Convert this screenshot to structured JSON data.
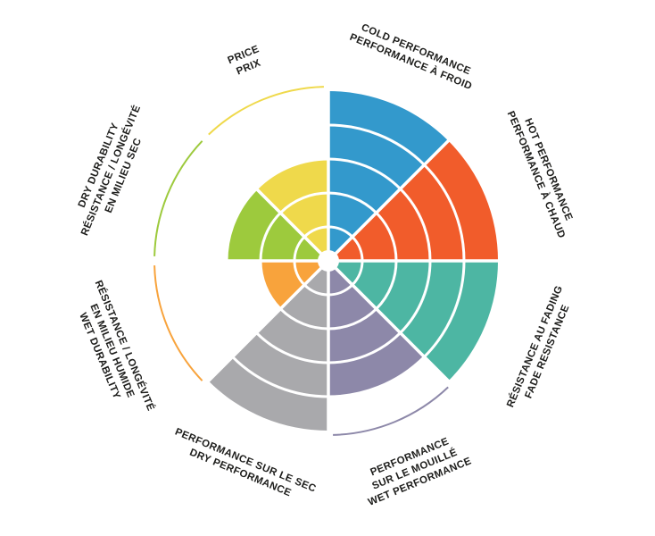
{
  "chart_data": {
    "type": "polar-bar",
    "variant": "bilingual-rating-wheel",
    "title": "",
    "max_value": 5,
    "ring_count": 5,
    "start_angle_deg": 0,
    "direction": "clockwise",
    "background_color": "#ffffff",
    "label_color": "#1d1d1b",
    "separator_color": "#ffffff",
    "segments": [
      {
        "id": "cold-performance",
        "label_lines": [
          "COLD PERFORMANCE",
          "PERFORMANCE À FROID"
        ],
        "value": 5,
        "color": "#3399cc"
      },
      {
        "id": "hot-performance",
        "label_lines": [
          "HOT PERFORMANCE",
          "PERFORMANCE À CHAUD"
        ],
        "value": 5,
        "color": "#f15c2b"
      },
      {
        "id": "fade-resistance",
        "label_lines": [
          "RÉSISTANCE AU FADING",
          "FADE RESISTANCE"
        ],
        "value": 5,
        "color": "#4db6a3"
      },
      {
        "id": "wet-performance",
        "label_lines": [
          "PERFORMANCE",
          "SUR LE MOUILLÉ",
          "WET PERFORMANCE"
        ],
        "value": 4,
        "color": "#8d88a9"
      },
      {
        "id": "dry-performance",
        "label_lines": [
          "PERFORMANCE SUR LE SEC",
          "DRY PERFORMANCE"
        ],
        "value": 5,
        "color": "#a9a9ac"
      },
      {
        "id": "wet-durability",
        "label_lines": [
          "RÉSISTANCE / LONGÉVITÉ",
          "EN MILIEU HUMIDE",
          "WET DURABILITY"
        ],
        "value": 2,
        "color": "#f8a33c"
      },
      {
        "id": "dry-durability",
        "label_lines": [
          "DRY DURABILITY",
          "RÉSISTANCE / LONGÉVITÉ",
          "EN MILIEU SEC"
        ],
        "value": 3,
        "color": "#9dca3d"
      },
      {
        "id": "price",
        "label_lines": [
          "PRICE",
          "PRIX"
        ],
        "value": 3,
        "color": "#efd94b"
      }
    ]
  }
}
